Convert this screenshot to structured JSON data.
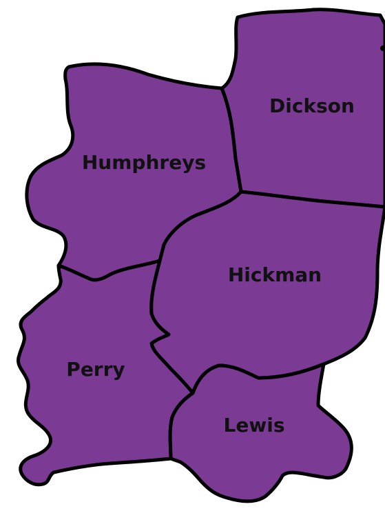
{
  "map": {
    "fill_color": "#7B3B94",
    "border_color": "#000000",
    "background_color": "#FFFFFF",
    "counties": [
      {
        "id": "dickson",
        "label": "Dickson"
      },
      {
        "id": "humphreys",
        "label": "Humphreys"
      },
      {
        "id": "hickman",
        "label": "Hickman"
      },
      {
        "id": "perry",
        "label": "Perry"
      },
      {
        "id": "lewis",
        "label": "Lewis"
      }
    ]
  }
}
